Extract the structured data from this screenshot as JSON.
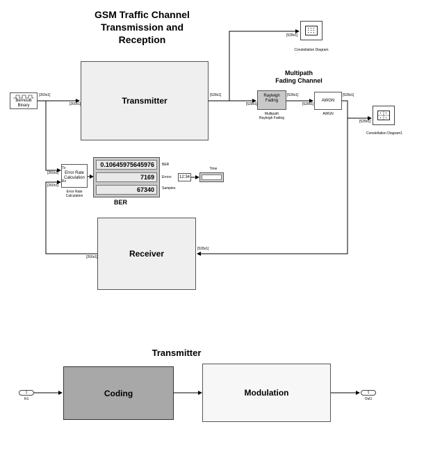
{
  "top": {
    "title_lines": [
      "GSM Traffic Channel",
      "Transmission and",
      "Reception"
    ],
    "multipath_title_lines": [
      "Multipath",
      "Fading Channel"
    ],
    "blocks": {
      "bernoulli": [
        "Bernoulli",
        "Binary"
      ],
      "transmitter": "Transmitter",
      "receiver": "Receiver",
      "rayleigh_inner": [
        "Rayleigh",
        "Fading"
      ],
      "rayleigh_caption": [
        "Multipath",
        "Rayleigh Fading"
      ],
      "awgn_inner": "AWGN",
      "awgn_caption": "AWGN",
      "error_rate_inner": [
        "Error Rate",
        "Calculation"
      ],
      "error_rate_caption": [
        "Error Rate",
        "Calculation"
      ],
      "error_rate_ports": {
        "tx": "Tx",
        "rx": "Rx"
      },
      "constellation1_caption": "Constellation Diagram",
      "constellation2_caption": "Constellation Diagram1",
      "clock_label": "12:34",
      "time_caption": "Time"
    },
    "display": {
      "values": [
        "0.10645975645976",
        "7169",
        "67340"
      ],
      "row_labels": [
        "BER",
        "Errors",
        "Samples"
      ],
      "caption": "BER"
    },
    "signals": {
      "s260": "[260x1]",
      "s528": "[528x1]"
    }
  },
  "bottom": {
    "title": "Transmitter",
    "in_port": "1",
    "in_label": "In1",
    "coding": "Coding",
    "modulation": "Modulation",
    "out_port": "1",
    "out_label": "Out1"
  }
}
